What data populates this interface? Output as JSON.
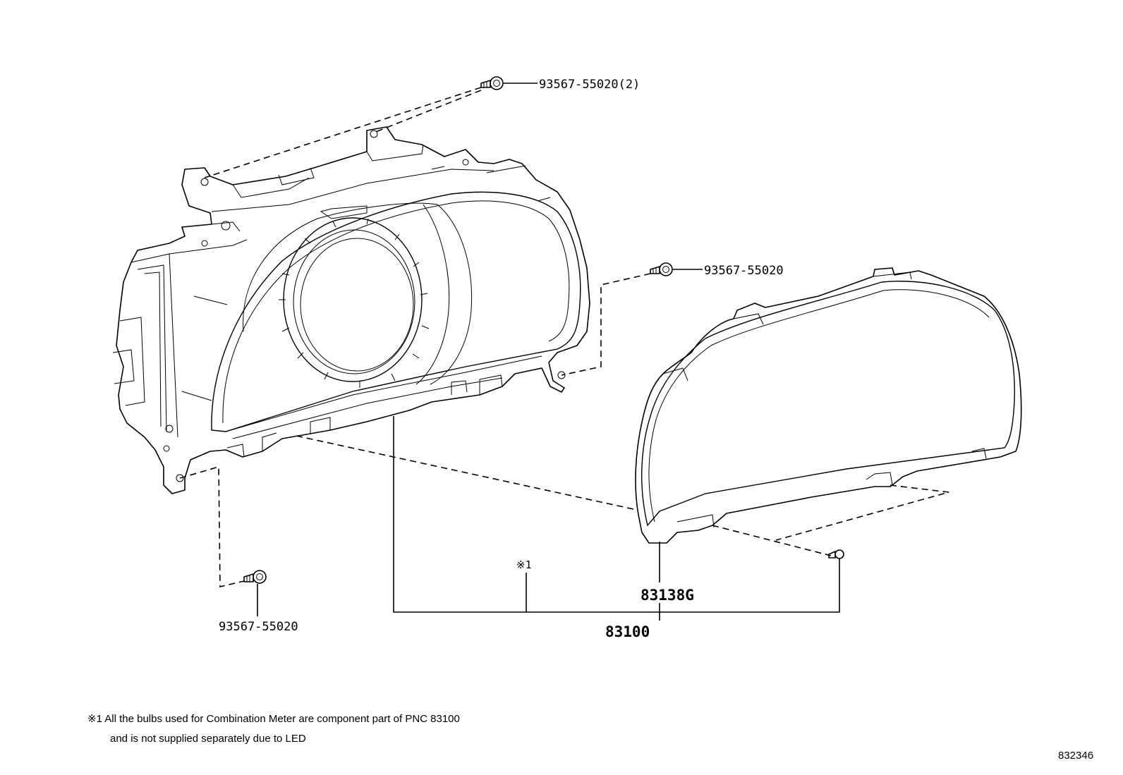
{
  "callouts": {
    "screw_top": "93567-55020(2)",
    "screw_right": "93567-55020",
    "screw_bottom": "93567-55020",
    "lens": "83138G",
    "assembly": "83100",
    "note_marker": "※1"
  },
  "footnote": {
    "line1": "※1 All the bulbs used for Combination Meter are component part of PNC 83100",
    "line2": "and is not supplied separately due to LED"
  },
  "illustration_number": "832346"
}
